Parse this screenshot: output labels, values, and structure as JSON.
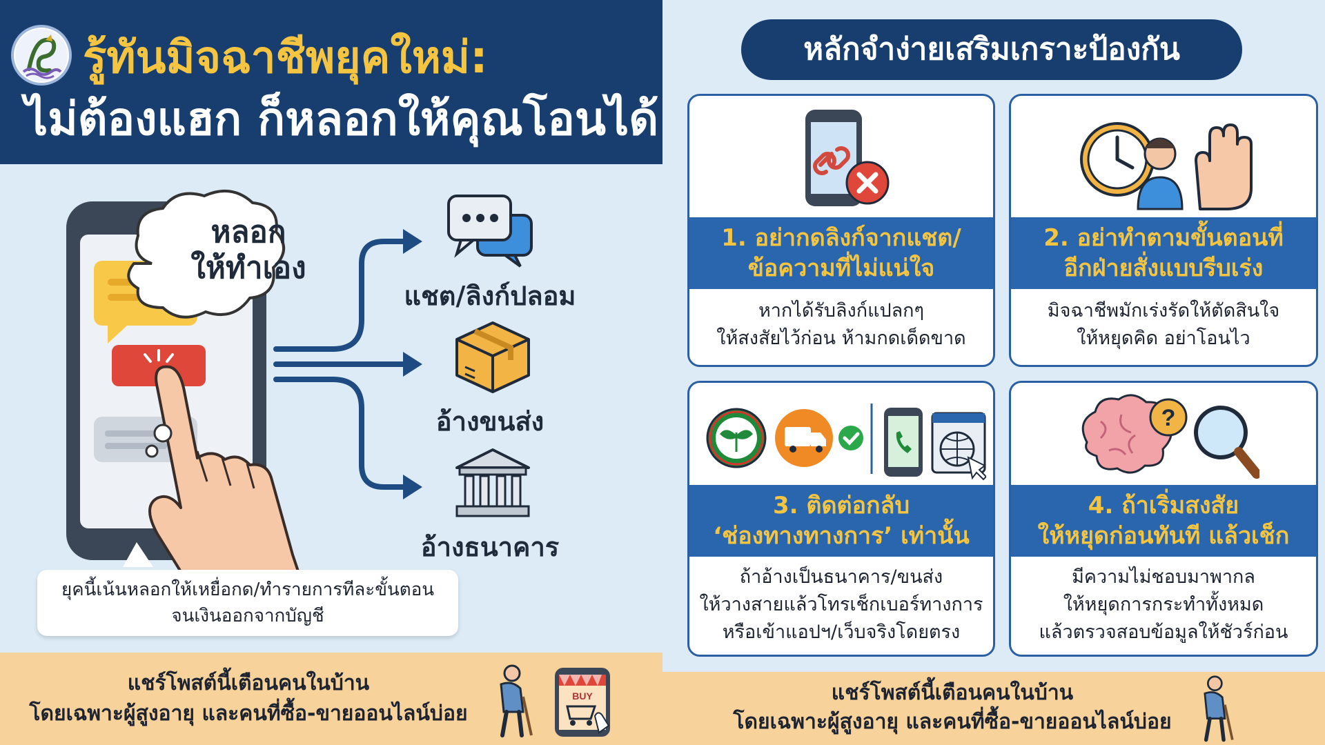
{
  "left": {
    "title_line1": "รู้ทันมิจฉาชีพยุคใหม่:",
    "title_line2": "ไม่ต้องแฮก ก็หลอกให้คุณโอนได้",
    "bubble_line1": "หลอก",
    "bubble_line2": "ให้ทำเอง",
    "channels": [
      {
        "label": "แชต/ลิงก์ปลอม",
        "icon": "chat-bubbles-icon"
      },
      {
        "label": "อ้างขนส่ง",
        "icon": "parcel-box-icon"
      },
      {
        "label": "อ้างธนาคาร",
        "icon": "bank-building-icon"
      }
    ],
    "note_line1": "ยุคนี้เน้นหลอกให้เหยื่อกด/ทำรายการทีละขั้นตอน",
    "note_line2": "จนเงินออกจากบัญชี",
    "footer_line1": "แชร์โพสต์นี้เตือนคนในบ้าน",
    "footer_line2": "โดยเฉพาะผู้สูงอายุ และคนที่ซื้อ-ขายออนไลน์บ่อย",
    "shop_sign": "BUY"
  },
  "right": {
    "title": "หลักจำง่ายเสริมเกราะป้องกัน",
    "cards": [
      {
        "head1": "1. อย่ากดลิงก์จากแชต/",
        "head2": "ข้อความที่ไม่แน่ใจ",
        "body1": "หากได้รับลิงก์แปลกๆ",
        "body2": "ให้สงสัยไว้ก่อน ห้ามกดเด็ดขาด",
        "body3": ""
      },
      {
        "head1": "2. อย่าทำตามขั้นตอนที่",
        "head2": "อีกฝ่ายสั่งแบบรีบเร่ง",
        "body1": "มิจฉาชีพมักเร่งรัดให้ตัดสินใจ",
        "body2": "ให้หยุดคิด อย่าโอนไว",
        "body3": ""
      },
      {
        "head1": "3. ติดต่อกลับ",
        "head2": "‘ช่องทางทางการ’ เท่านั้น",
        "body1": "ถ้าอ้างเป็นธนาคาร/ขนส่ง",
        "body2": "ให้วางสายแล้วโทรเช็กเบอร์ทางการ",
        "body3": "หรือเข้าแอปฯ/เว็บจริงโดยตรง"
      },
      {
        "head1": "4. ถ้าเริ่มสงสัย",
        "head2": "ให้หยุดก่อนทันที แล้วเช็ก",
        "body1": "มีความไม่ชอบมาพากล",
        "body2": "ให้หยุดการกระทำทั้งหมด",
        "body3": "แล้วตรวจสอบข้อมูลให้ชัวร์ก่อน"
      }
    ],
    "footer_line1": "แชร์โพสต์นี้เตือนคนในบ้าน",
    "footer_line2": "โดยเฉพาะผู้สูงอายุ และคนที่ซื้อ-ขายออนไลน์บ่อย"
  },
  "colors": {
    "navy": "#173e6e",
    "band_blue": "#2966ad",
    "gold": "#f5c542",
    "light_bg": "#dcebf6",
    "footer_peach": "#f7d39b",
    "alert_red": "#e0473b",
    "kbank_green": "#1f8a3a",
    "truck_orange": "#f08a24"
  }
}
